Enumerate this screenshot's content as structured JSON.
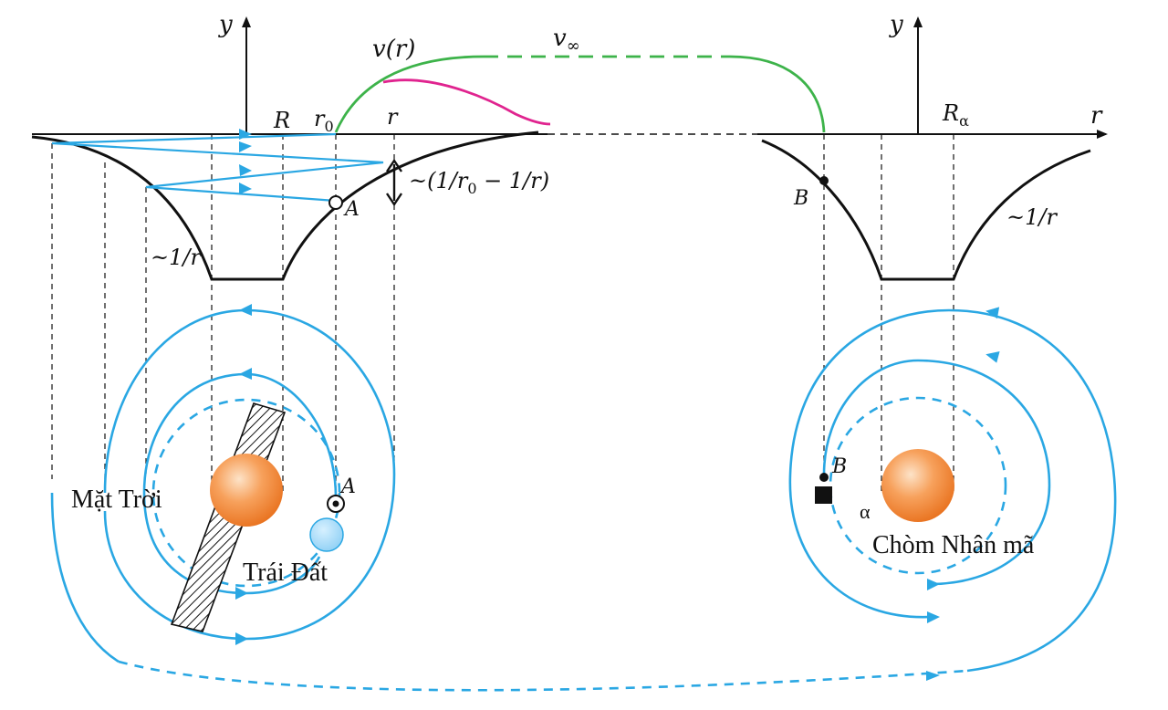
{
  "labels": {
    "y_left": "y",
    "y_right": "y",
    "r_axis": "r",
    "R": "R",
    "r0_main": "r",
    "r0_sub": "0",
    "r_mark": "r",
    "v_r": "v(r)",
    "v_inf_main": "v",
    "v_inf_sub": "∞",
    "depth_formula": "~(1/r",
    "depth_formula_sub": "0",
    "depth_formula_tail": " − 1/r)",
    "inv_r_left": "~1/r",
    "inv_r_right": "~1/r",
    "point_A_top": "A",
    "point_A_bottom": "A",
    "point_B_top": "B",
    "point_B_bottom": "B",
    "R_alpha_main": "R",
    "R_alpha_sub": "α",
    "alpha": "α",
    "sun": "Mặt Trời",
    "earth": "Trái Đất",
    "centaurus": "Chòm Nhân mã"
  },
  "colors": {
    "orbit": "#2aa7e3",
    "green_curve": "#3db34a",
    "magenta_curve": "#e0248f",
    "star_core": "#f7a15c",
    "star_edge": "#e8701c",
    "earth": "#8fd0f5"
  }
}
